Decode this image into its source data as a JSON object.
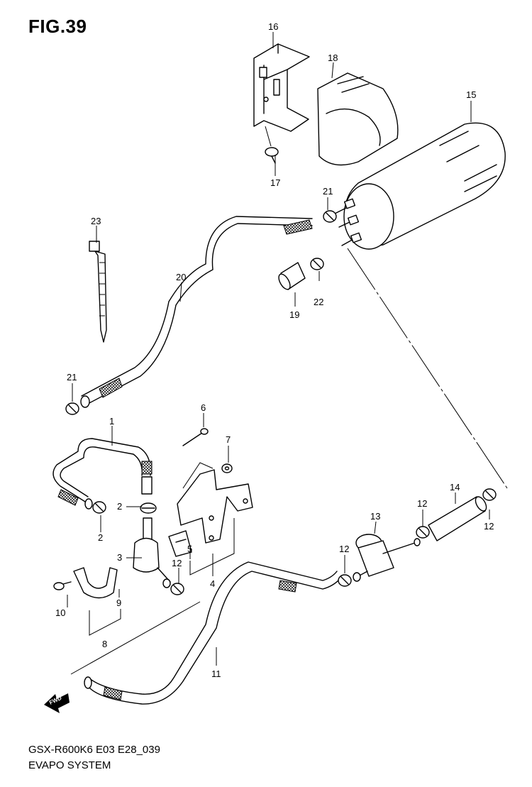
{
  "figure": {
    "title": "FIG.39"
  },
  "footer": {
    "model": "GSX-R600K6 E03 E28_039",
    "system": "EVAPO SYSTEM"
  },
  "fwd_label": "FWD",
  "callouts": {
    "c1": "1",
    "c2a": "2",
    "c2b": "2",
    "c3": "3",
    "c4": "4",
    "c5": "5",
    "c6": "6",
    "c7": "7",
    "c8": "8",
    "c9": "9",
    "c10": "10",
    "c11": "11",
    "c12a": "12",
    "c12b": "12",
    "c12c": "12",
    "c12d": "12",
    "c13": "13",
    "c14": "14",
    "c15": "15",
    "c16": "16",
    "c17": "17",
    "c18": "18",
    "c19": "19",
    "c20": "20",
    "c21a": "21",
    "c21b": "21",
    "c22": "22",
    "c23": "23"
  }
}
